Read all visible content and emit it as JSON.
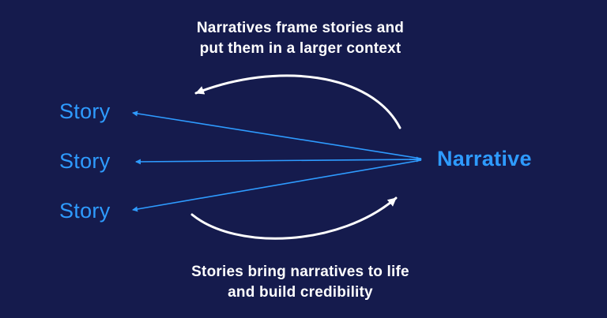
{
  "colors": {
    "background": "#151b4d",
    "accent_blue": "#2e9bff",
    "text": "#ffffff"
  },
  "top_caption": {
    "line1": "Narratives frame stories and",
    "line2": "put them in a larger context"
  },
  "stories": [
    {
      "label": "Story"
    },
    {
      "label": "Story"
    },
    {
      "label": "Story"
    }
  ],
  "narrative": {
    "label": "Narrative"
  },
  "bottom_caption": {
    "line1": "Stories bring narratives to life",
    "line2": "and build credibility"
  }
}
